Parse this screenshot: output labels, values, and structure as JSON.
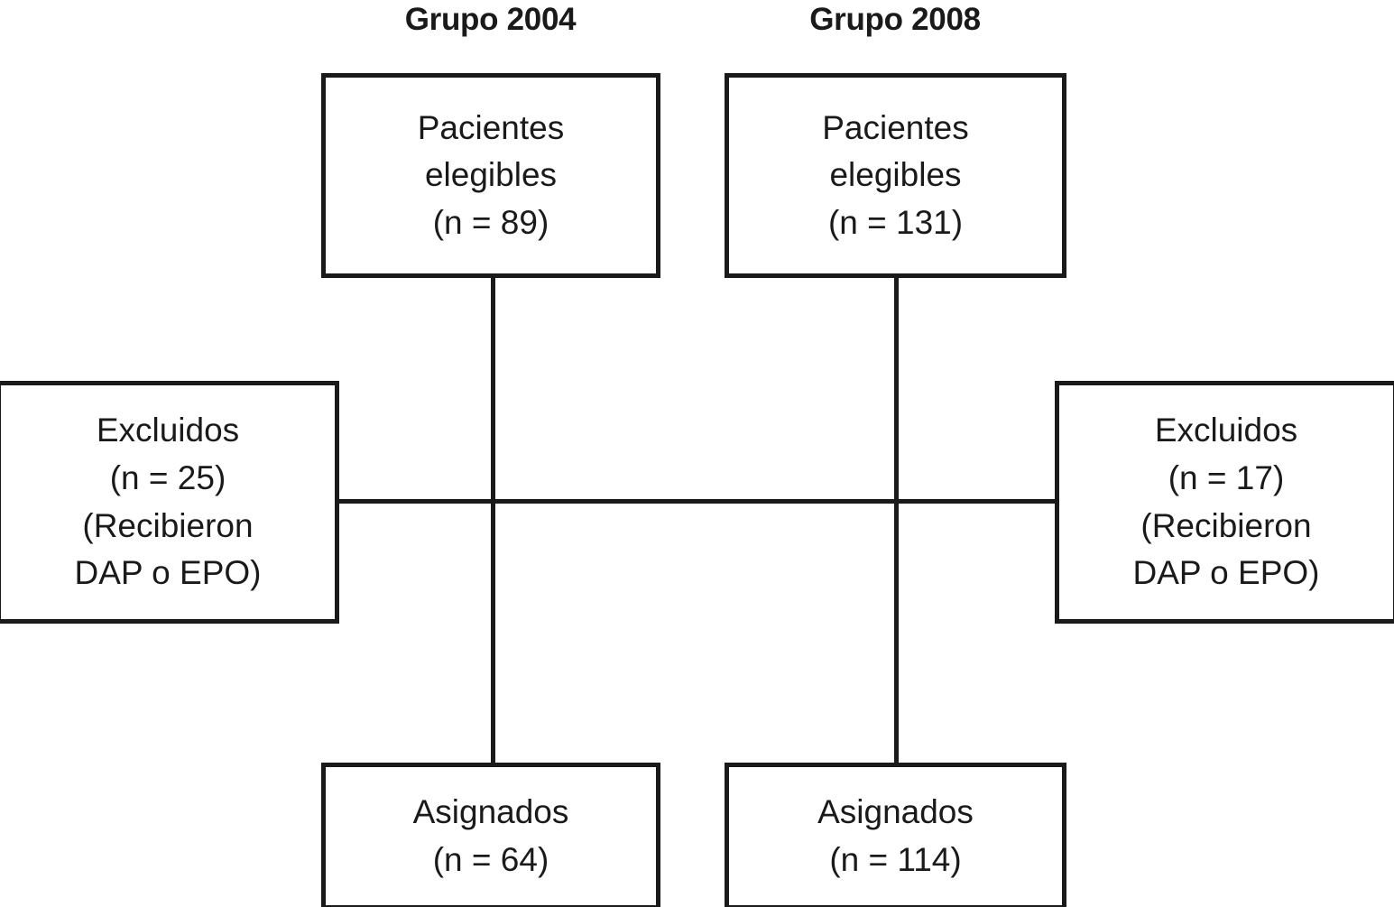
{
  "figure": {
    "type": "flowchart",
    "title": "",
    "language": "es"
  },
  "headings": [
    {
      "id": "grupo-2004",
      "label": "Grupo 2004"
    },
    {
      "id": "grupo-2008",
      "label": "Grupo 2008"
    }
  ],
  "boxes": {
    "eligible_2004": {
      "line1": "Pacientes",
      "line2": "elegibles",
      "line3": "(n = 89)",
      "count": 89
    },
    "eligible_2008": {
      "line1": "Pacientes",
      "line2": "elegibles",
      "line3": "(n = 131)",
      "count": 131
    },
    "excluded_2004": {
      "line1": "Excluidos",
      "line2": "(n = 25)",
      "line3": "(Recibieron",
      "line4": "DAP o EPO)",
      "count": 25
    },
    "excluded_2008": {
      "line1": "Excluidos",
      "line2": "(n = 17)",
      "line3": "(Recibieron",
      "line4": "DAP o EPO)",
      "count": 17
    },
    "assigned_2004": {
      "line1": "Asignados",
      "line2": "(n = 64)",
      "count": 64
    },
    "assigned_2008": {
      "line1": "Asignados",
      "line2": "(n = 114)",
      "count": 114
    }
  },
  "colors": {
    "stroke": "#1a1a1a",
    "background": "#ffffff"
  }
}
